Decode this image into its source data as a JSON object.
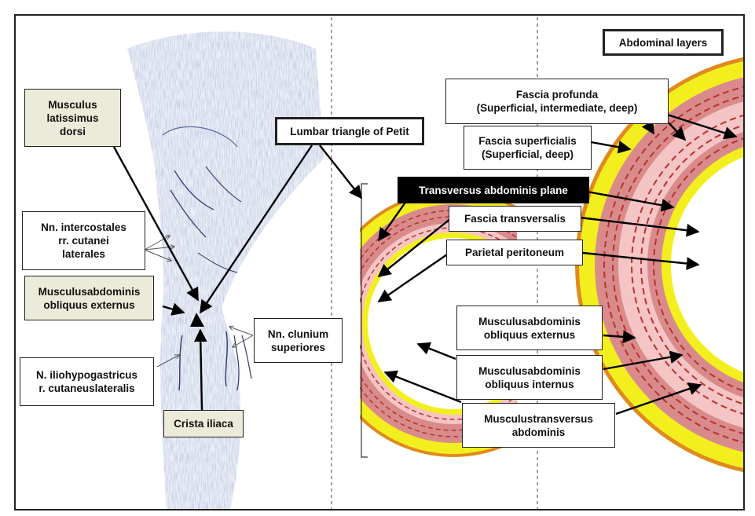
{
  "labels": {
    "abdominal_layers": "Abdominal layers",
    "musculus_latissimus_dorsi": "Musculus\nlatissimus\ndorsi",
    "lumbar_triangle": "Lumbar triangle of Petit",
    "fascia_profunda": "Fascia profunda\n(Superficial, intermediate, deep)",
    "fascia_superficialis": "Fascia superficialis\n(Superficial, deep)",
    "transversus_abdominis_plane": "Transversus abdominis plane",
    "fascia_transversalis": "Fascia transversalis",
    "parietal_peritoneum": "Parietal peritoneum",
    "nn_intercostales": "Nn. intercostales\nrr. cutanei\nlaterales",
    "obliquus_externus_left": "Musculusabdominis\nobliquus externus",
    "nn_clunium": "Nn. clunium\nsuperiores",
    "n_iliohypogastricus": "N. iliohypogastricus\nr. cutaneuslateralis",
    "crista_iliaca": "Crista iliaca",
    "obliquus_externus_right": "Musculusabdominis\nobliquus externus",
    "obliquus_internus": "Musculusabdominis\nobliquus internus",
    "transversus": "Musculustransversus\nabdominis"
  },
  "colors": {
    "outer_yellow": "#f3ef1f",
    "outer_orange": "#e08a1e",
    "muscle_red": "#d98b8b",
    "muscle_pink": "#f5c4c4",
    "dashed_line": "#b8322e",
    "label_beige": "#ecebd9",
    "sketch_blue": "#6f7fae"
  }
}
